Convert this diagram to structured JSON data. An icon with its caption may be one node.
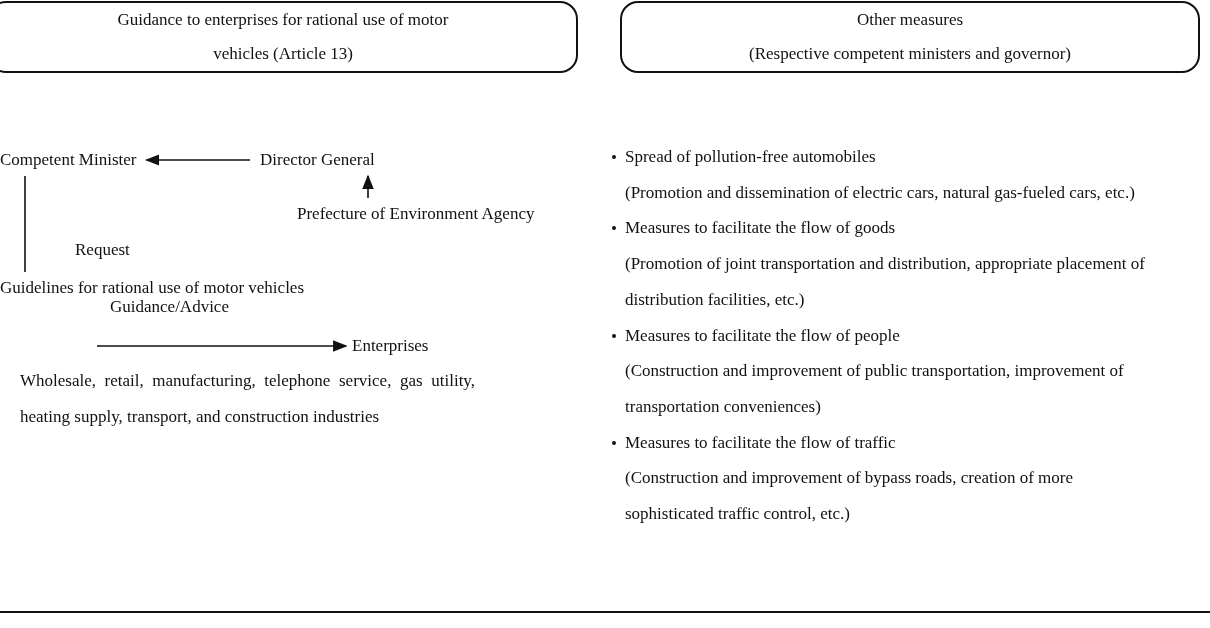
{
  "diagram": {
    "nodes": [
      {
        "text": [
          "Guidance to enterprises for rational use of motor vehicles (Article 13)"
        ]
      },
      {
        "text": [
          "Competent Minister"
        ]
      },
      {
        "text": [
          "Director General"
        ]
      },
      {
        "text": [
          "Prefecture of Environment Agency"
        ]
      },
      {
        "text": [
          "Guidelines for rational use of motor vehicles"
        ]
      },
      {
        "text": [
          "Enterprises"
        ]
      },
      {
        "text": [
          "Other measures",
          "(Respective competent ministers and governor)"
        ]
      }
    ],
    "edges": [
      {
        "from": 2,
        "to": 1,
        "arrow": "to"
      },
      {
        "from": 3,
        "to": 2,
        "arrow": "to"
      },
      {
        "from": 1,
        "to": 4,
        "arrow": "none",
        "label": "Request"
      },
      {
        "from": null,
        "to": 5,
        "arrow": "to",
        "label": "Guidance/Advice"
      }
    ],
    "labels": [
      "Wholesale, retail, manufacturing, telephone service, gas utility, heating supply, transport, and construction industries",
      "Spread of pollution-free automobiles",
      "(Promotion and dissemination of electric cars, natural gas-fueled cars, etc.)",
      "Measures to facilitate the flow of goods",
      "(Promotion of joint transportation and distribution, appropriate placement of distribution facilities, etc.)",
      "Measures to facilitate the flow of people",
      "(Construction and improvement of public transportation, improvement of transportation conveniences)",
      "Measures to facilitate the flow of traffic",
      "(Construction and improvement of bypass roads, creation of more sophisticated traffic control, etc.)"
    ]
  }
}
